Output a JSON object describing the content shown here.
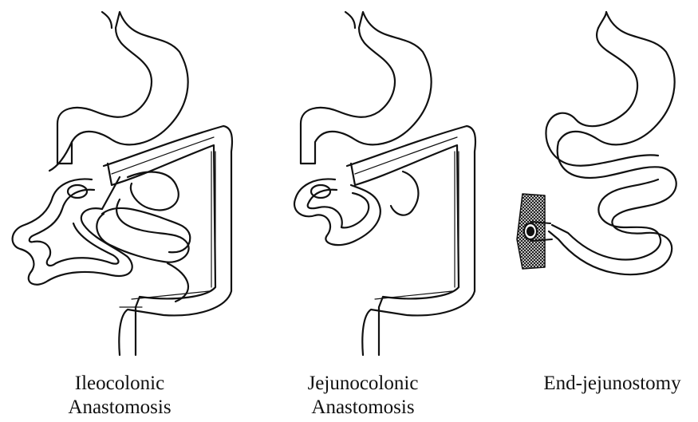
{
  "panels": [
    {
      "label_line1": "Ileocolonic",
      "label_line2": "Anastomosis"
    },
    {
      "label_line1": "Jejunocolonic",
      "label_line2": "Anastomosis"
    },
    {
      "label_line1": "End-jejunostomy",
      "label_line2": ""
    }
  ],
  "colors": {
    "ink": "#111111",
    "background": "#ffffff"
  }
}
